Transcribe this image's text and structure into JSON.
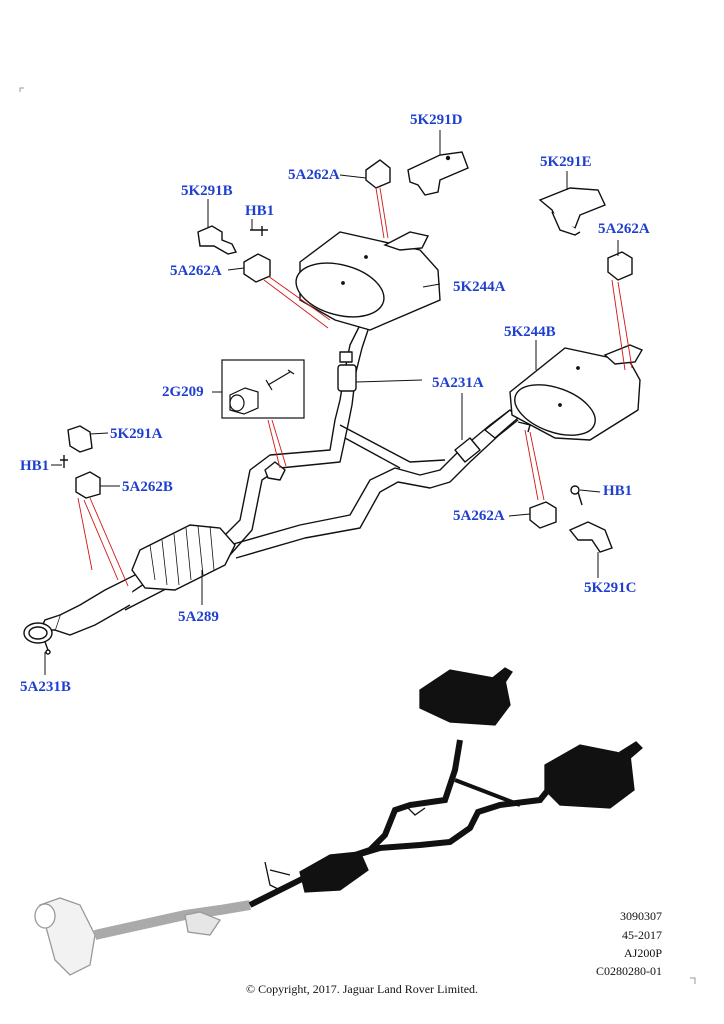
{
  "labels": {
    "k291d": "5K291D",
    "a262a_top": "5A262A",
    "k291b": "5K291B",
    "hb1_top": "HB1",
    "a262a_left": "5A262A",
    "k244a": "5K244A",
    "k291e": "5K291E",
    "a262a_right": "5A262A",
    "k244b": "5K244B",
    "g209": "2G209",
    "a231a": "5A231A",
    "k291a": "5K291A",
    "hb1_left": "HB1",
    "a262b": "5A262B",
    "hb1_right": "HB1",
    "a262a_lower": "5A262A",
    "k291c": "5K291C",
    "a289": "5A289",
    "a231b": "5A231B"
  },
  "reference": {
    "line1": "3090307",
    "line2": "45-2017",
    "line3": "AJ200P",
    "line4": "C0280280-01"
  },
  "copyright": "© Copyright, 2017. Jaguar Land Rover Limited.",
  "colors": {
    "label": "#1f3fd0",
    "leader_red": "#d01818",
    "line": "#111111"
  }
}
